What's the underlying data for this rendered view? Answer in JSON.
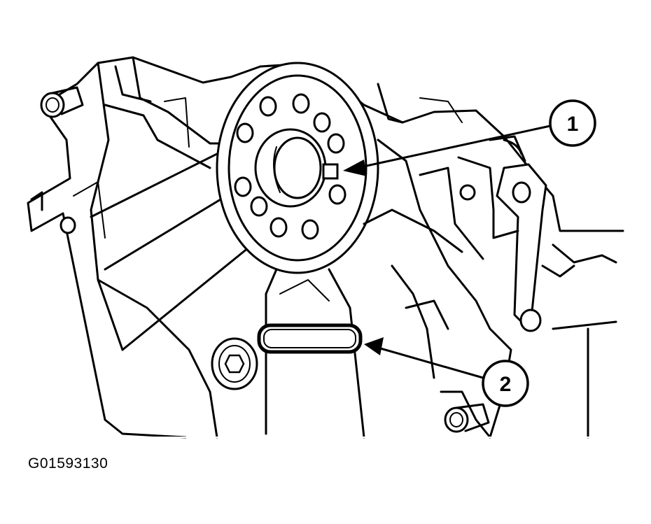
{
  "callouts": [
    {
      "label": "1"
    },
    {
      "label": "2"
    }
  ],
  "figure_id": "G01593130",
  "colors": {
    "line": "#000000",
    "background": "#ffffff"
  }
}
